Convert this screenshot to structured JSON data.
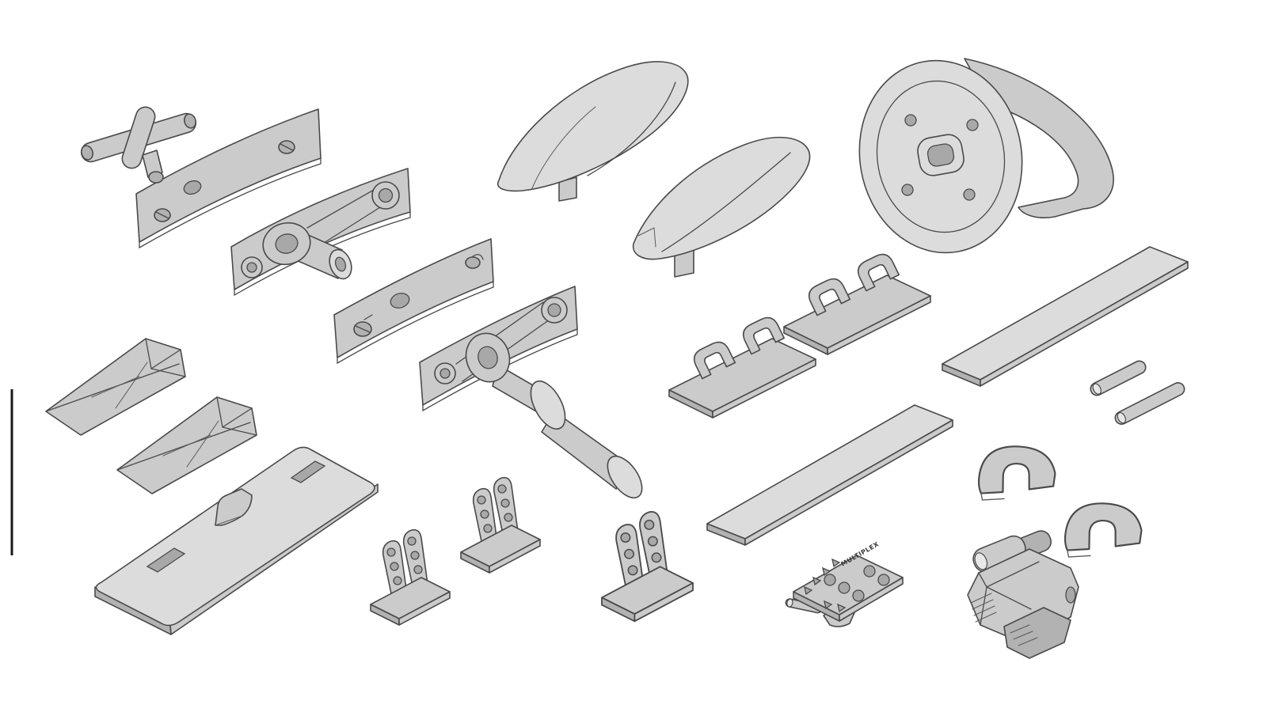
{
  "page": {
    "background": "#ffffff",
    "description": "Isometric CAD-style illustration of gray molded model-aircraft plastic parts on a white sheet"
  },
  "brand_text": "MULTIPLEX",
  "colors": {
    "part_fill": "#cbcbcb",
    "part_fill_light": "#dcdcdc",
    "part_fill_dark": "#b2b2b2",
    "outline": "#4a4a4a"
  },
  "parts": [
    {
      "name": "canopy-lock-clip-assembly"
    },
    {
      "name": "linkage-bellcrank-plate"
    },
    {
      "name": "servo-hatch-plate"
    },
    {
      "name": "canopy-shell-large"
    },
    {
      "name": "canopy-shell-small"
    },
    {
      "name": "spinner-backplate"
    },
    {
      "name": "wing-skid-left"
    },
    {
      "name": "wing-skid-right"
    },
    {
      "name": "torque-rod-assembly"
    },
    {
      "name": "latch-saddle-clip-1"
    },
    {
      "name": "latch-saddle-clip-2"
    },
    {
      "name": "flat-strip-long"
    },
    {
      "name": "flat-strip-short"
    },
    {
      "name": "hinge-pin-short"
    },
    {
      "name": "hinge-pin-long"
    },
    {
      "name": "hatch-cover-plate"
    },
    {
      "name": "servo-mount-bracket-1"
    },
    {
      "name": "servo-mount-bracket-2"
    },
    {
      "name": "servo-mount-bracket-3"
    },
    {
      "name": "clevis-keeper-1"
    },
    {
      "name": "clevis-keeper-2"
    },
    {
      "name": "control-horn-plate"
    },
    {
      "name": "motor-mount-clamp"
    }
  ]
}
